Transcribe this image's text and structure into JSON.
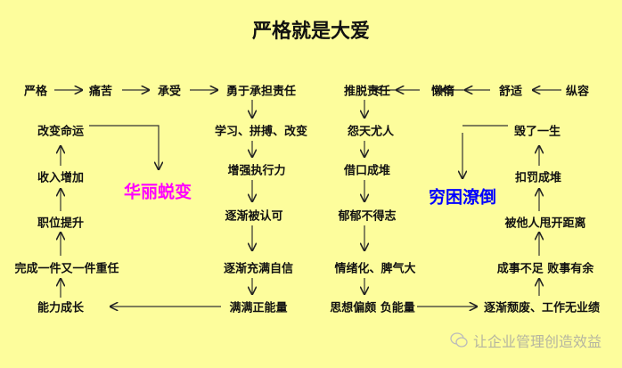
{
  "title": "严格就是大爱",
  "positive_path": {
    "top_row": [
      "严格",
      "痛苦",
      "承受",
      "勇于承担责任"
    ],
    "right_column": [
      "学习、拼搏、改变",
      "增强执行力",
      "逐渐被认可",
      "逐渐充满自信",
      "满满正能量"
    ],
    "left_column": [
      "能力成长",
      "完成一件又一件重任",
      "职位提升",
      "收入增加",
      "改变命运"
    ],
    "outcome": "华丽蜕变",
    "outcome_color": "#ff00ff"
  },
  "negative_path": {
    "top_row": [
      "纵容",
      "舒适",
      "懒惰",
      "推脱责任"
    ],
    "left_column": [
      "怨天尤人",
      "借口成堆",
      "郁郁不得志",
      "情绪化、脾气大",
      "思想偏颇 负能量"
    ],
    "right_column": [
      "逐渐颓废、工作无业绩",
      "成事不足 败事有余",
      "被他人甩开距离",
      "扣罚成堆",
      "毁了一生"
    ],
    "outcome": "穷困潦倒",
    "outcome_color": "#0000ff"
  },
  "watermark": "让企业管理创造效益"
}
